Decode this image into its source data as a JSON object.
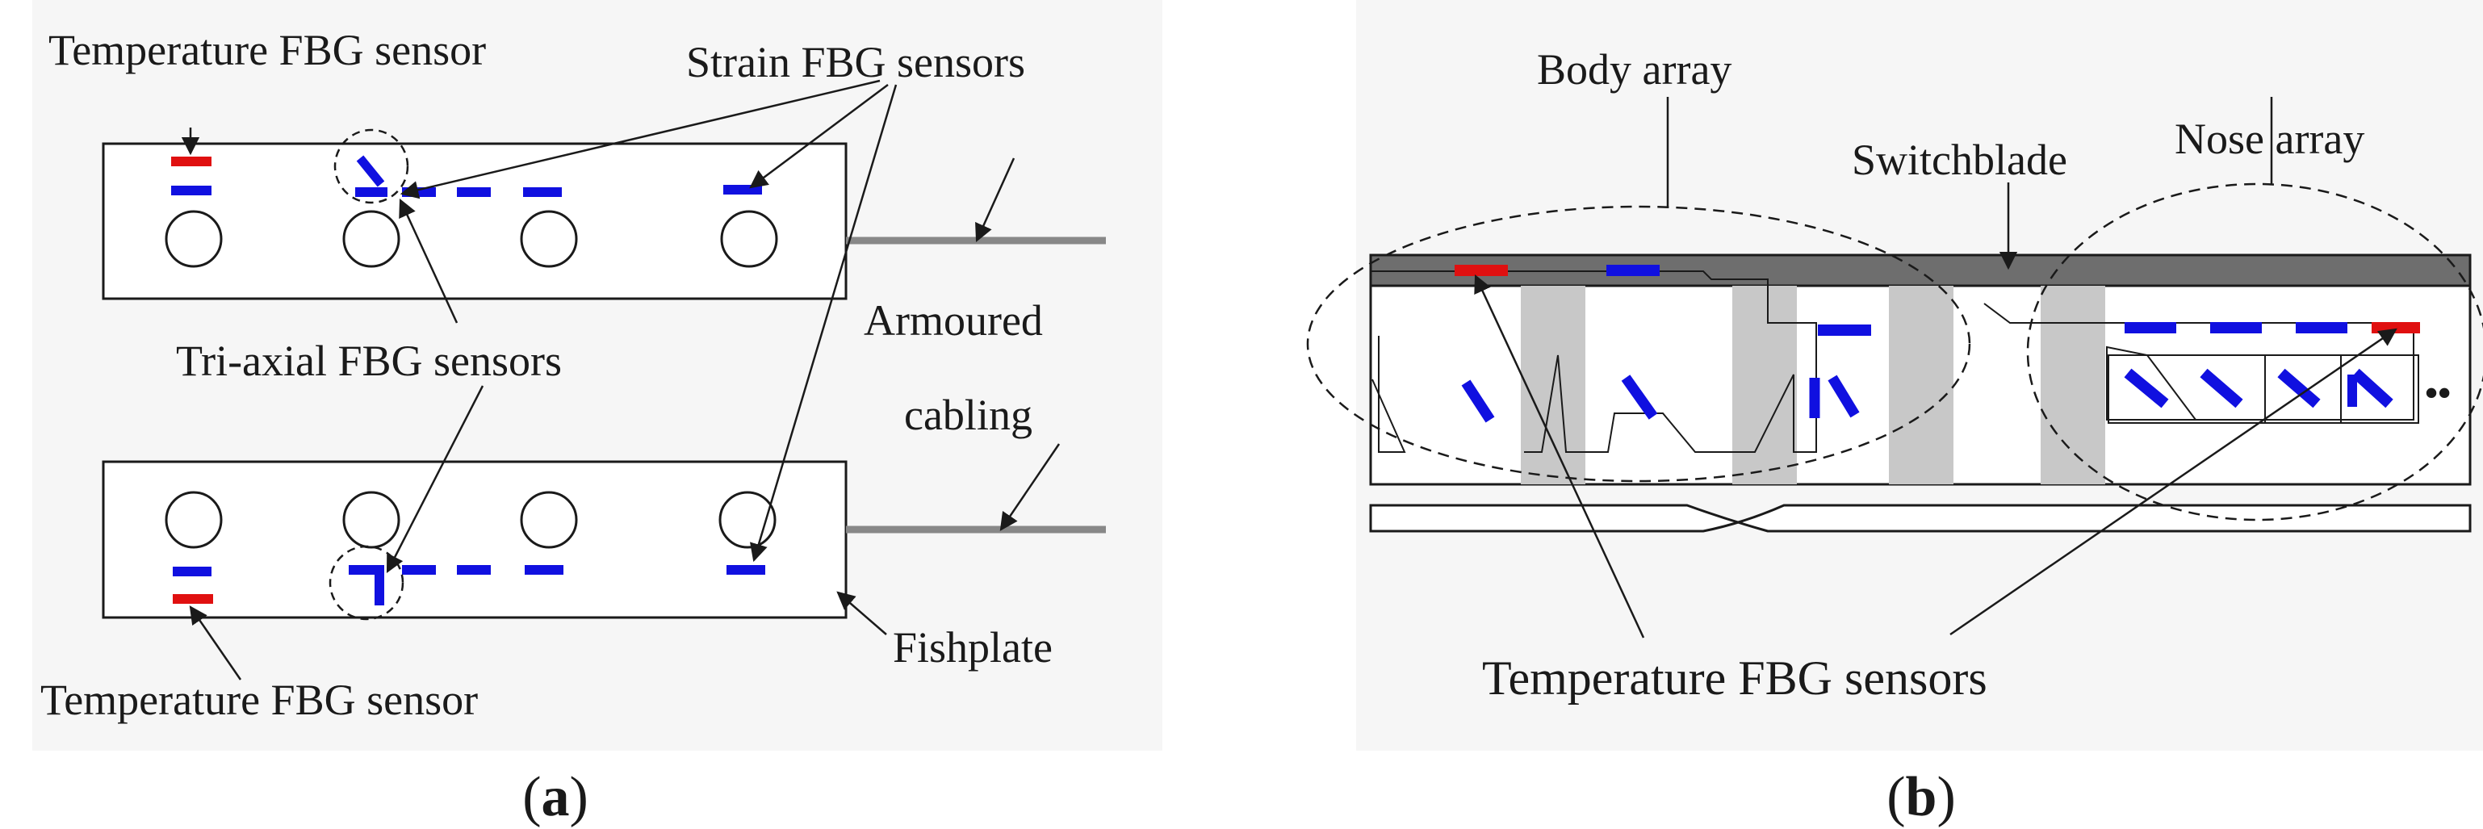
{
  "panel_a": {
    "labels": {
      "temperature_top": "Temperature FBG sensor",
      "strain": "Strain FBG sensors",
      "triaxial": "Tri-axial FBG sensors",
      "armoured": "Armoured",
      "cabling": "cabling",
      "fishplate": "Fishplate",
      "temperature_bottom": "Temperature FBG sensor"
    },
    "caption": {
      "open": "(",
      "letter": "a",
      "close": ")"
    }
  },
  "panel_b": {
    "labels": {
      "body_array": "Body array",
      "switchblade": "Switchblade",
      "nose_array": "Nose array",
      "temperature": "Temperature FBG sensors",
      "ellipsis": "••"
    },
    "caption": {
      "open": "(",
      "letter": "b",
      "close": ")"
    }
  },
  "colors": {
    "strain_sensor": "#1010e0",
    "temperature_sensor": "#e01010",
    "rail_top": "#6e6e6e",
    "support_gray": "#c8c8c8",
    "cable": "#888888",
    "panel_bg": "#f6f6f6"
  }
}
